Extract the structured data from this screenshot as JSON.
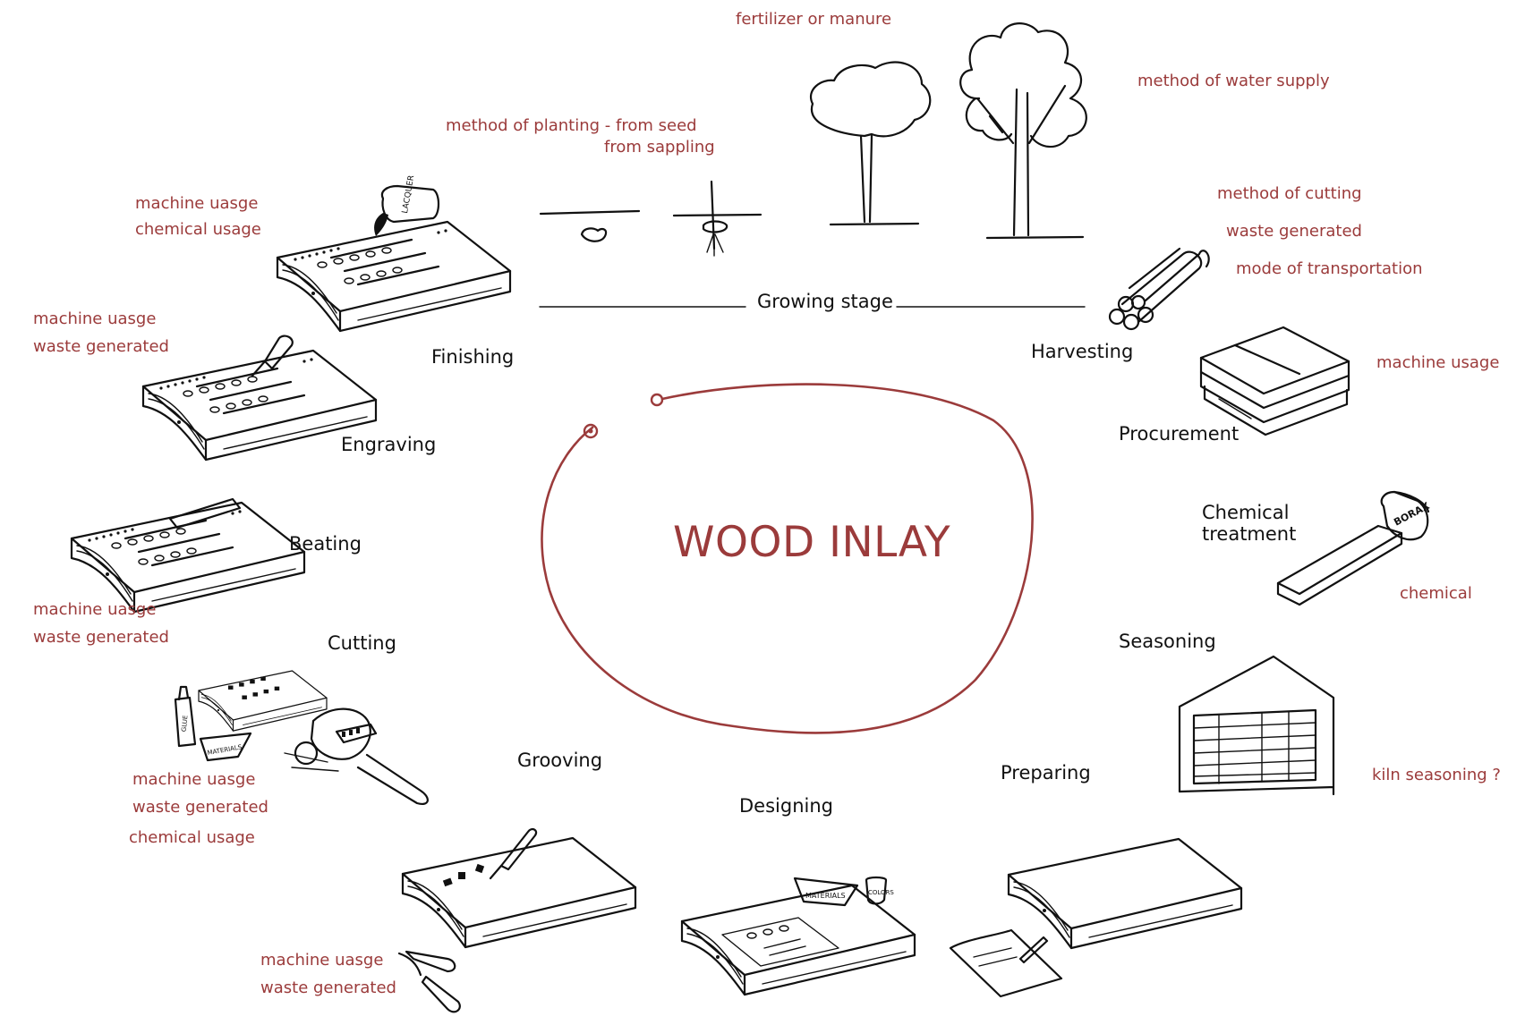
{
  "title": "WOOD INLAY",
  "accent_color": "#9b3b3b",
  "growing_stage": "Growing stage",
  "stages": {
    "finishing": "Finishing",
    "engraving": "Engraving",
    "beating": "Beating",
    "cutting": "Cutting",
    "grooving": "Grooving",
    "designing": "Designing",
    "preparing": "Preparing",
    "seasoning": "Seasoning",
    "chemical_treatment": "Chemical\ntreatment",
    "procurement": "Procurement",
    "harvesting": "Harvesting"
  },
  "notes": {
    "fertilizer": "fertilizer or manure",
    "water_supply": "method of water supply",
    "planting_1": "method of planting - from seed",
    "planting_2": "from sappling",
    "harvest_cutting": "method of cutting",
    "harvest_waste": "waste generated",
    "harvest_transport": "mode of transportation",
    "procurement_machine": "machine usage",
    "chemical": "chemical",
    "kiln": "kiln seasoning ?",
    "finishing_machine": "machine uasge",
    "finishing_chemical": "chemical usage",
    "engraving_machine": "machine uasge",
    "engraving_waste": "waste generated",
    "beating_machine": "machine uasge",
    "beating_waste": "waste generated",
    "cutting_machine": "machine uasge",
    "cutting_waste": "waste generated",
    "cutting_chemical": "chemical usage",
    "grooving_machine": "machine uasge",
    "grooving_waste": "waste generated"
  },
  "sketch_labels": {
    "lacquer": "LACQUER",
    "borax": "BORAX",
    "glue": "GLUE",
    "materials_small": "MATERIALS",
    "materials": "MATERIALS",
    "colors": "COLORS"
  },
  "icons": [
    "tree-icon",
    "seed-icon",
    "sapling-icon",
    "log-pile-icon",
    "plank-stack-icon",
    "plank-icon",
    "borax-can-icon",
    "kiln-icon",
    "wood-block-icon",
    "paper-pencil-icon",
    "chisel-icon",
    "router-tool-icon",
    "glue-bottle-icon",
    "lacquer-can-icon",
    "mallet-icon",
    "cycle-loop-icon"
  ]
}
